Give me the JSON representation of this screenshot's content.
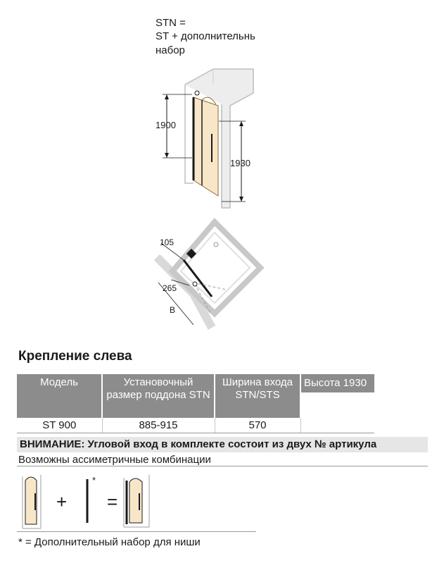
{
  "note_top": {
    "line1": "STN =",
    "line2": "ST + дополнительнь",
    "line3": "набор"
  },
  "elevation": {
    "height_door": "1900",
    "height_total": "1930"
  },
  "plan": {
    "dim_105": "105",
    "dim_265": "265",
    "dim_b": "B"
  },
  "section_title": "Крепление слева",
  "table": {
    "headers": [
      "Модель",
      "Установочный размер поддона STN",
      "Ширина входа STN/STS",
      "Высота 1930"
    ],
    "rows": [
      [
        "ST 900",
        "885-915",
        "570",
        ""
      ]
    ]
  },
  "warning": "ВНИМАНИЕ: Угловой вход в комплекте состоит из двух № артикула",
  "combo_title": "Возможны ассиметричные комбинации",
  "combo_symbols": {
    "plus": "+",
    "equals": "=",
    "star": "*"
  },
  "footnote": "* = Дополнительный набор для ниши",
  "colors": {
    "header_bg": "#8c8c8c",
    "glass_tint": "#f7e6c8",
    "profile": "#1a1a1a",
    "wall_gray": "#d9d9d9"
  }
}
